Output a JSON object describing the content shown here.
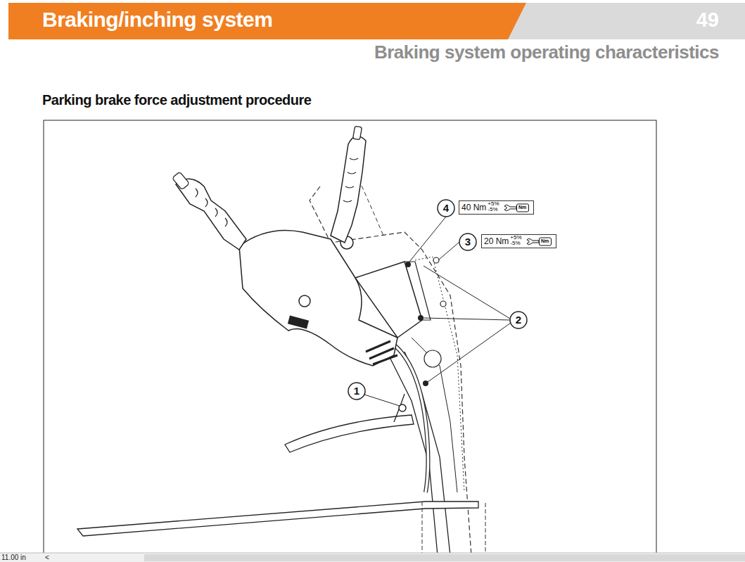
{
  "diagram": {
    "title": "Braking/inching system",
    "nodes": [
      {
        "text": [
          "40 Nm",
          "+5%",
          "-5%",
          "Nm"
        ]
      },
      {
        "text": [
          "20 Nm",
          "+5%",
          "-5%",
          "Nm"
        ]
      }
    ],
    "labels": [
      "49",
      "Braking system operating characteristics",
      "Parking brake force adjustment procedure",
      "4",
      "3",
      "2",
      "1",
      "11.00 in",
      "<"
    ]
  }
}
